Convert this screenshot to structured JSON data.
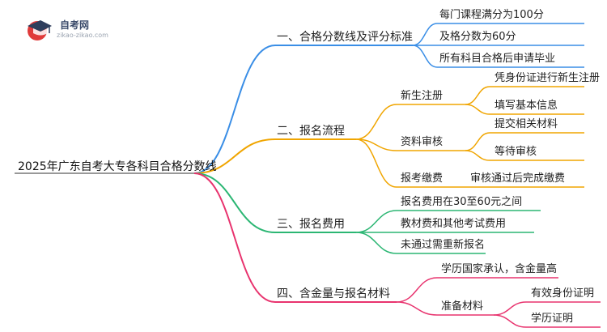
{
  "logo": {
    "name": "自考网",
    "url_text": "zikao-zikao.com"
  },
  "root": "2025年广东自考大专各科目合格分数线",
  "branches": [
    {
      "label": "一、合格分数线及评分标准",
      "color": "#3a8ee6",
      "items": [
        "每门课程满分为100分",
        "及格分数为60分",
        "所有科目合格后申请毕业"
      ]
    },
    {
      "label": "二、报名流程",
      "color": "#f0a500",
      "subs": [
        {
          "label": "新生注册",
          "items": [
            "凭身份证进行新生注册",
            "填写基本信息"
          ]
        },
        {
          "label": "资料审核",
          "items": [
            "提交相关材料",
            "等待审核"
          ]
        },
        {
          "label": "报考缴费",
          "items": [
            "审核通过后完成缴费"
          ]
        }
      ]
    },
    {
      "label": "三、报名费用",
      "color": "#2bb673",
      "items": [
        "报名费用在30至60元之间",
        "教材费和其他考试费用",
        "未通过需重新报名"
      ]
    },
    {
      "label": "四、含金量与报名材料",
      "color": "#e8336e",
      "item": "学历国家承认，含金量高",
      "sub": {
        "label": "准备材料",
        "items": [
          "有效身份证明",
          "学历证明"
        ]
      }
    }
  ]
}
